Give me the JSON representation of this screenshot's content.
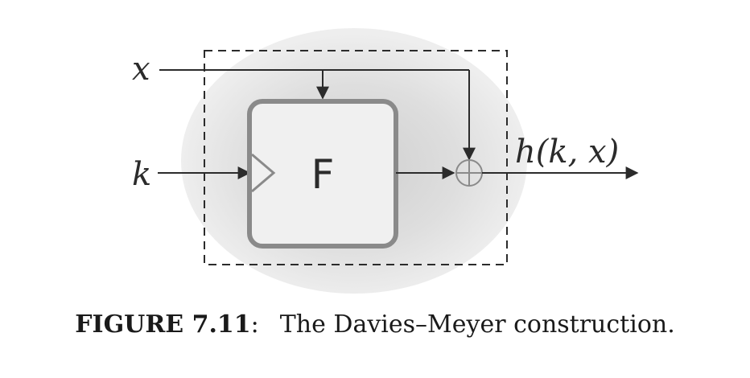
{
  "diagram": {
    "input_x": "x",
    "input_k": "k",
    "block_label": "F",
    "output": "h(k, x)"
  },
  "caption": {
    "number": "FIGURE 7.11",
    "separator": ":",
    "text": "The Davies–Meyer construction."
  },
  "colors": {
    "line": "#2b2b2b",
    "block_border": "#8a8a8a",
    "block_fill": "#f0f0f0",
    "halo": "#dcdcdc",
    "xor": "#8a8a8a"
  }
}
